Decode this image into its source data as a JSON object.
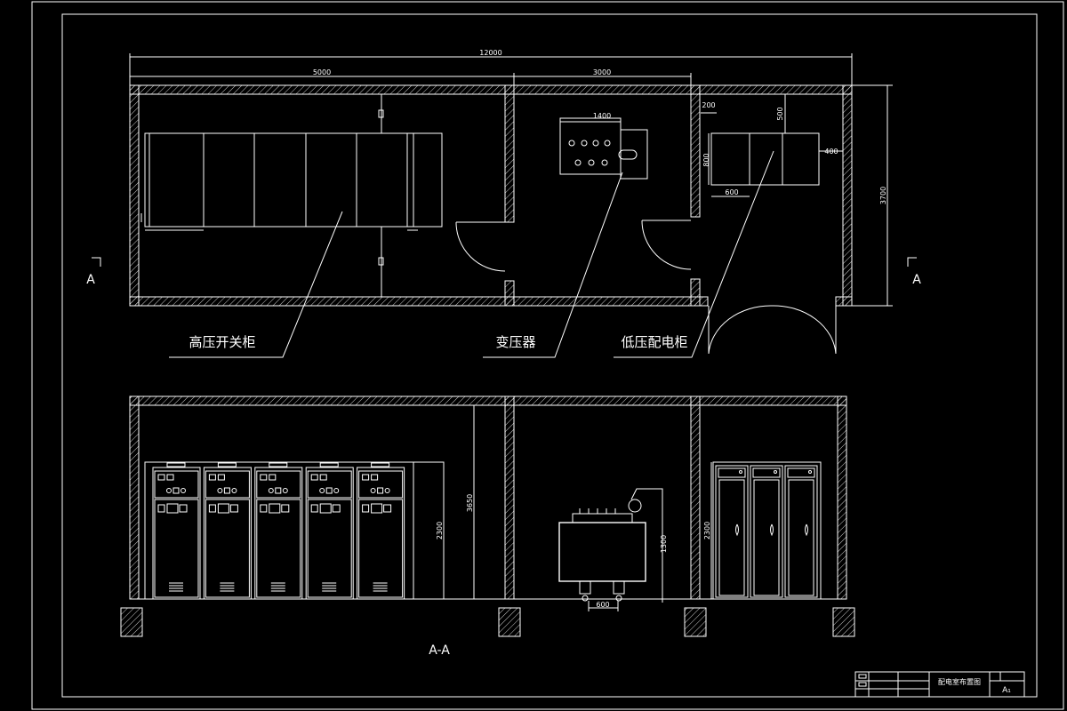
{
  "dims": {
    "total_width": "12000",
    "hv_room_width": "5000",
    "transformer_room_width": "3000",
    "building_depth": "3700",
    "transformer_length": "1400",
    "lv_clear_top": "200",
    "lv_offset_top": "500",
    "lv_side_gap": "400",
    "lv_depth": "800",
    "lv_panel_width": "600",
    "room_height": "3650",
    "hv_cabinet_height": "2300",
    "transformer_height": "1300",
    "lv_cabinet_height": "2300",
    "transformer_base_width": "600"
  },
  "labels": {
    "hv_switchgear": "高压开关柜",
    "transformer": "变压器",
    "lv_panel": "低压配电柜",
    "section_mark": "A",
    "section_title": "A-A"
  },
  "title_block": {
    "drawing_title": "配电室布置图",
    "sheet_mark": "A₁"
  },
  "colors": {
    "background": "#000000",
    "linework": "#ffffff"
  }
}
